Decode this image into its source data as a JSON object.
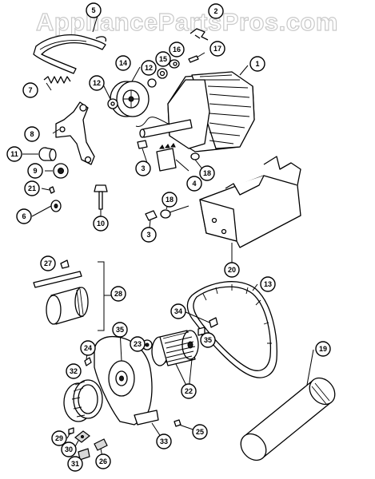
{
  "watermark": "AppliancePartsPros.com",
  "colors": {
    "line": "#000000",
    "background": "#ffffff",
    "watermark_outline": "#c9c9c9"
  },
  "callouts": {
    "c1": "1",
    "c2": "2",
    "c3a": "3",
    "c3b": "3",
    "c4": "4",
    "c5": "5",
    "c6": "6",
    "c7": "7",
    "c8": "8",
    "c9": "9",
    "c10": "10",
    "c11": "11",
    "c12a": "12",
    "c12b": "12",
    "c13": "13",
    "c14": "14",
    "c15": "15",
    "c16": "16",
    "c17": "17",
    "c18a": "18",
    "c18b": "18",
    "c19": "19",
    "c20": "20",
    "c21": "21",
    "c22": "22",
    "c23": "23",
    "c24": "24",
    "c25": "25",
    "c26": "26",
    "c27": "27",
    "c28": "28",
    "c29": "29",
    "c30": "30",
    "c31": "31",
    "c32": "32",
    "c33": "33",
    "c34": "34",
    "c35a": "35",
    "c35b": "35"
  }
}
